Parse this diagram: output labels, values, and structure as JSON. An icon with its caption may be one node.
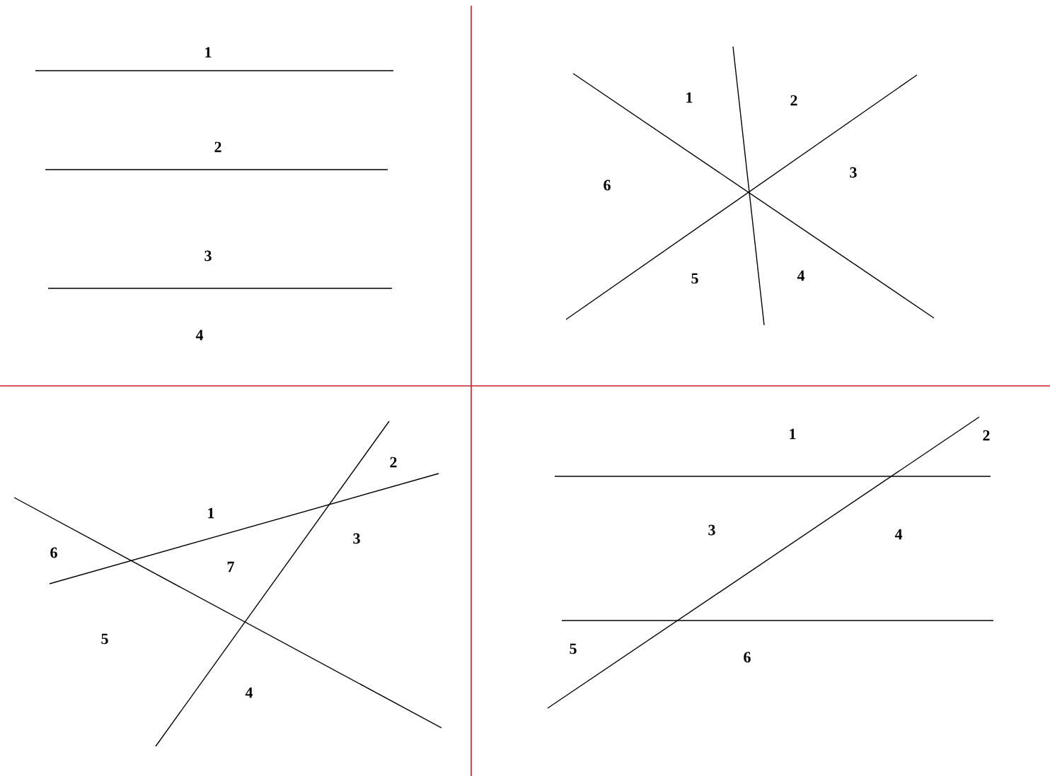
{
  "diagram": {
    "labels": [
      "1",
      "2",
      "3",
      "4",
      "1",
      "2",
      "6",
      "3",
      "5",
      "4",
      "2",
      "1",
      "6",
      "3",
      "7",
      "5",
      "4",
      "1",
      "2",
      "3",
      "4",
      "5",
      "6"
    ]
  }
}
